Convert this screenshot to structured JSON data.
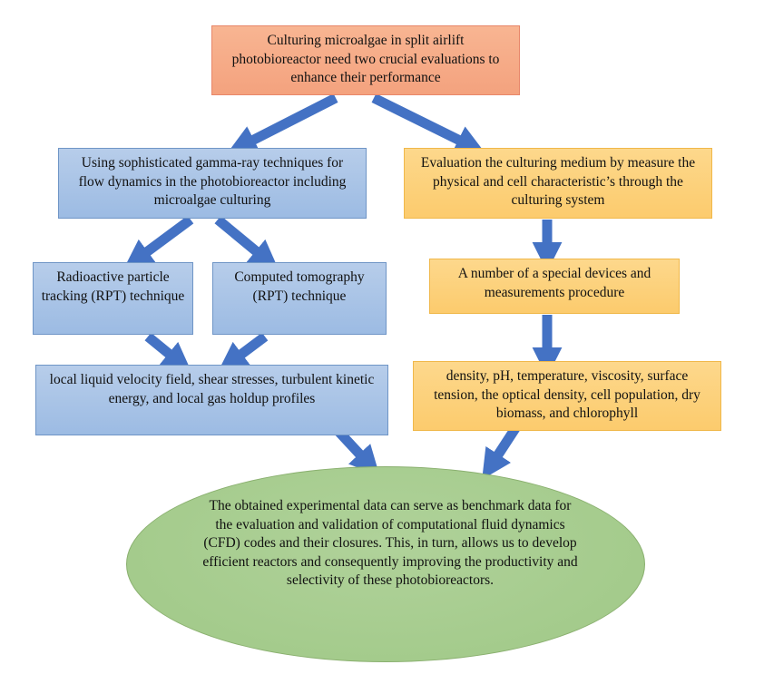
{
  "diagram": {
    "top_box": {
      "text": "Culturing microalgae in split airlift photobioreactor need two crucial evaluations to enhance their performance",
      "color": "#f4a27e"
    },
    "left_branch": {
      "main": {
        "text": "Using sophisticated gamma-ray techniques for flow dynamics in the photobioreactor including microalgae culturing",
        "color": "#9cbbe3"
      },
      "rpt": {
        "text": "Radioactive particle tracking (RPT) technique"
      },
      "ct": {
        "text": "Computed tomography (RPT) technique"
      },
      "results": {
        "text": "local liquid velocity field, shear stresses, turbulent kinetic energy, and local gas holdup profiles"
      }
    },
    "right_branch": {
      "main": {
        "text": "Evaluation the culturing medium by measure the physical and cell characteristic’s through the culturing system",
        "color": "#fccb6d"
      },
      "devices": {
        "text": "A number of a special devices and measurements procedure"
      },
      "parameters": {
        "text": "density, pH, temperature, viscosity, surface tension, the optical density, cell population, dry biomass, and chlorophyll"
      }
    },
    "conclusion": {
      "text": "The obtained experimental data can serve as benchmark data for the evaluation and validation of computational fluid dynamics (CFD) codes and their closures. This, in turn, allows us to develop efficient reactors and consequently improving the productivity and selectivity of these photobioreactors.",
      "color": "#a8cd8f"
    },
    "arrow_color": "#4472c4"
  }
}
